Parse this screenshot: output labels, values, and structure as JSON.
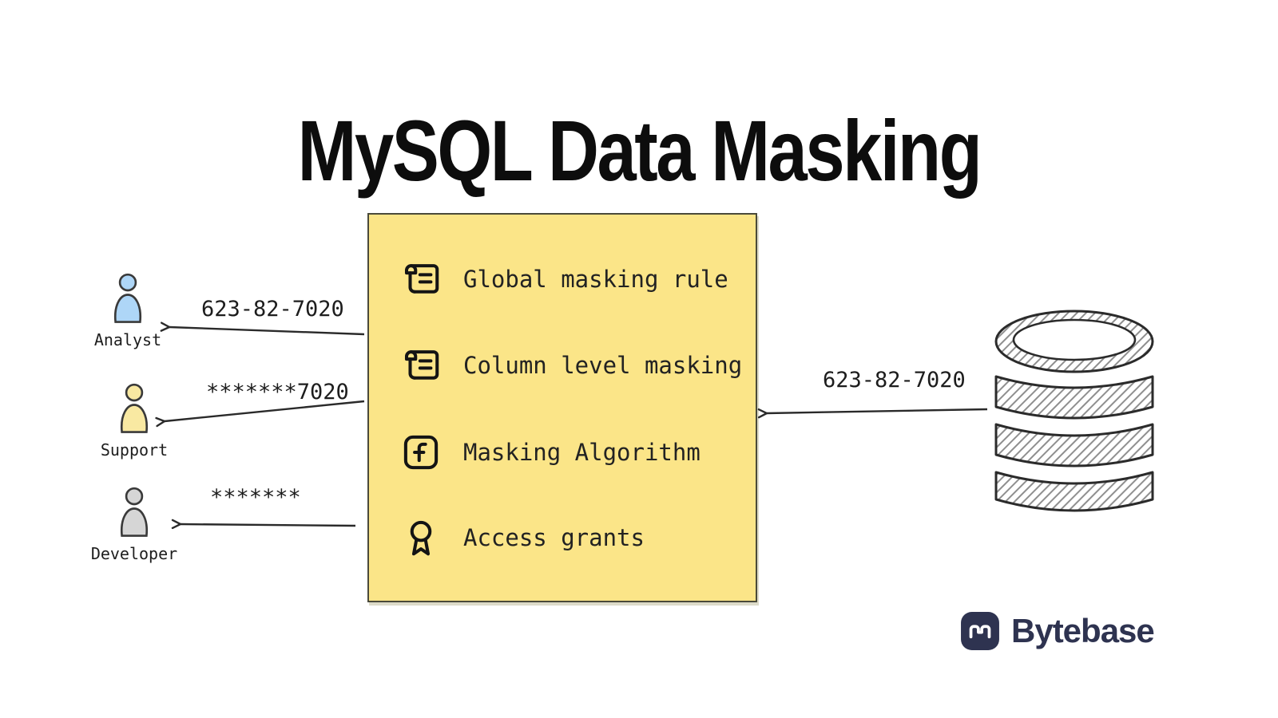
{
  "title": "MySQL Data Masking",
  "masking_box": {
    "items": [
      {
        "icon": "scroll-icon",
        "label": "Global masking rule"
      },
      {
        "icon": "scroll-icon",
        "label": "Column level masking"
      },
      {
        "icon": "function-icon",
        "label": "Masking Algorithm"
      },
      {
        "icon": "award-icon",
        "label": "Access grants"
      }
    ]
  },
  "users": [
    {
      "name": "Analyst",
      "masked_value": "623-82-7020",
      "color": "#aed6f7"
    },
    {
      "name": "Support",
      "masked_value": "*******7020",
      "color": "#f9e9a2"
    },
    {
      "name": "Developer",
      "masked_value": "*******",
      "color": "#d6d6d6"
    }
  ],
  "database": {
    "label": "623-82-7020"
  },
  "brand": {
    "name": "Bytebase"
  },
  "colors": {
    "box_bg": "#fbe588",
    "ink": "#1f1f1f",
    "brand_navy": "#2e3350",
    "analyst_fill": "#aed6f7",
    "support_fill": "#f9e9a2",
    "developer_fill": "#d6d6d6"
  }
}
